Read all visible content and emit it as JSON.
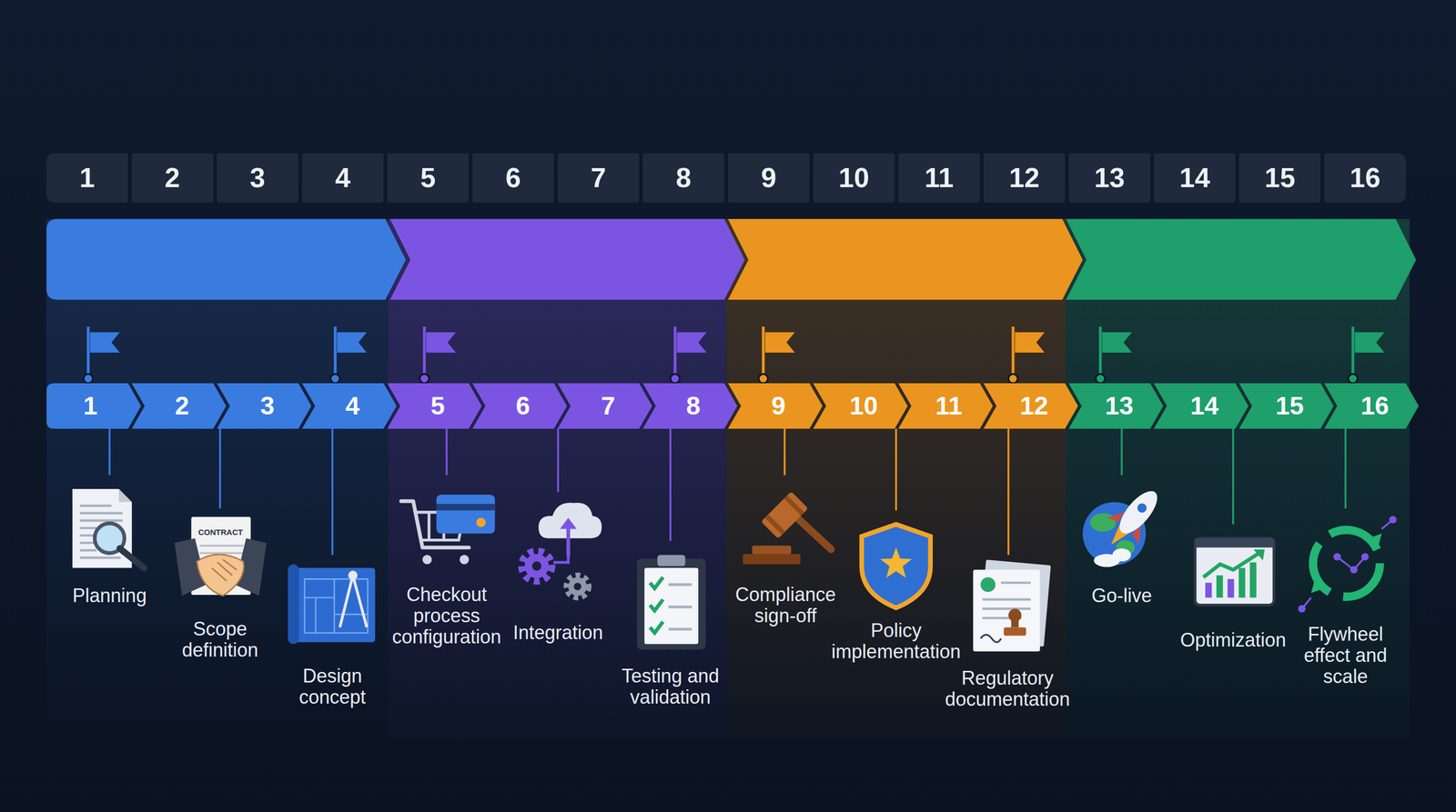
{
  "diagram": {
    "nodes": [
      {
        "text": [
          "1"
        ]
      },
      {
        "text": [
          "2"
        ]
      },
      {
        "text": [
          "3"
        ]
      },
      {
        "text": [
          "4"
        ]
      },
      {
        "text": [
          "5"
        ]
      },
      {
        "text": [
          "6"
        ]
      },
      {
        "text": [
          "7"
        ]
      },
      {
        "text": [
          "8"
        ]
      },
      {
        "text": [
          "9"
        ]
      },
      {
        "text": [
          "10"
        ]
      },
      {
        "text": [
          "11"
        ]
      },
      {
        "text": [
          "12"
        ]
      },
      {
        "text": [
          "13"
        ]
      },
      {
        "text": [
          "14"
        ]
      },
      {
        "text": [
          "15"
        ]
      },
      {
        "text": [
          "16"
        ]
      },
      {
        "text": [
          "1"
        ]
      },
      {
        "text": [
          "2"
        ]
      },
      {
        "text": [
          "3"
        ]
      },
      {
        "text": [
          "4"
        ]
      },
      {
        "text": [
          "5"
        ]
      },
      {
        "text": [
          "6"
        ]
      },
      {
        "text": [
          "7"
        ]
      },
      {
        "text": [
          "8"
        ]
      },
      {
        "text": [
          "9"
        ]
      },
      {
        "text": [
          "10"
        ]
      },
      {
        "text": [
          "11"
        ]
      },
      {
        "text": [
          "12"
        ]
      },
      {
        "text": [
          "13"
        ]
      },
      {
        "text": [
          "14"
        ]
      },
      {
        "text": [
          "15"
        ]
      },
      {
        "text": [
          "16"
        ]
      }
    ],
    "labels": [
      "Planning",
      "CONTRACT",
      "Scope definition",
      "Design concept",
      "Checkout process configuration",
      "Integration",
      "Testing and validation",
      "Compliance sign-off",
      "Policy implementation",
      "Regulatory documentation",
      "Go-live",
      "Optimization",
      "Flywheel effect and scale"
    ]
  }
}
